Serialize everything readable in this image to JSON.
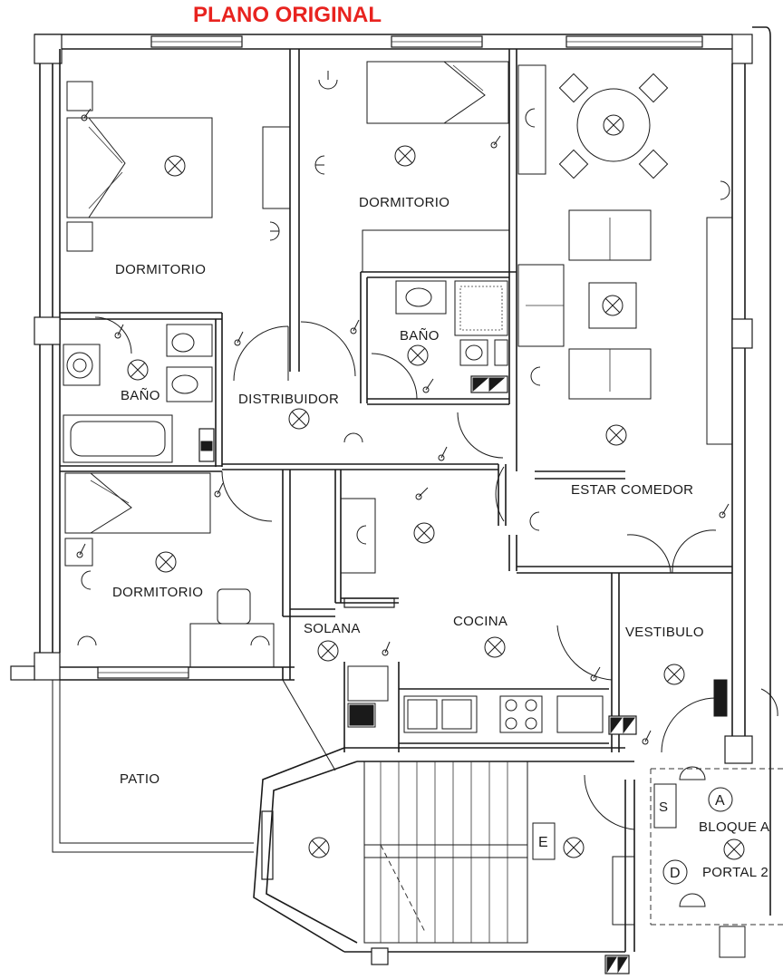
{
  "title": "PLANO ORIGINAL",
  "title_color": "#e8231f",
  "rooms": {
    "dormitorio_1": "DORMITORIO",
    "dormitorio_2": "DORMITORIO",
    "dormitorio_3": "DORMITORIO",
    "bano_1": "BAÑO",
    "bano_2": "BAÑO",
    "distribuidor": "DISTRIBUIDOR",
    "estar_comedor": "ESTAR COMEDOR",
    "cocina": "COCINA",
    "solana": "SOLANA",
    "vestibulo": "VESTIBULO",
    "patio": "PATIO"
  },
  "portal": {
    "bloque": "BLOQUE A",
    "portal": "PORTAL 2",
    "marker_a": "A",
    "marker_d": "D",
    "marker_s": "S",
    "marker_e": "E"
  },
  "icons": [
    "light-fixture-icon",
    "light-switch-icon",
    "wall-outlet-icon",
    "electrical-panel-icon"
  ]
}
